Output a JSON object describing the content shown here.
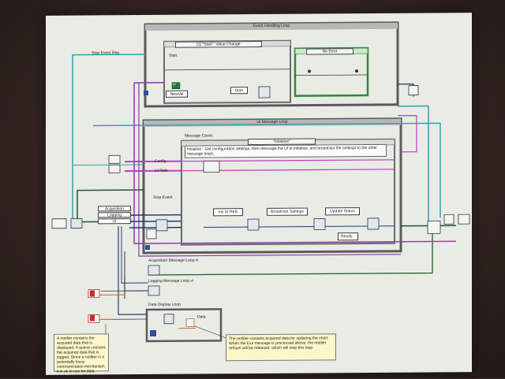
{
  "event_loop": {
    "title": "Event Handling Loop",
    "case_selector": "[1] \"Start\": Value Change",
    "start_label": "Start",
    "start_terminal": "TF",
    "newval_label": "NewVal",
    "start_node": "Start",
    "error_case": "No Error"
  },
  "ui_loop": {
    "title": "UI Message Loop",
    "message_cases_label": "Message Cases",
    "case_selector": "\"Initialize\"",
    "initialize_text": "Initialize - Get configuration settings, then message the UI to initialize, and broadcast the settings to the other message loops.",
    "init_ui_refs": "Init UI Refs",
    "broadcast_settings": "Broadcast Settings",
    "update_status": "Update Status",
    "ready": "Ready..."
  },
  "labels": {
    "stop_event_reg": "Stop Event Reg",
    "config": "Config",
    "ui_refs": "UI Refs",
    "stop_event": "Stop Event",
    "acquisition": "Acquisition",
    "logging": "Logging",
    "ui": "UI",
    "acq_vi": "Acquisition Message Loop.vi",
    "log_vi": "Logging Message Loop.vi",
    "data_display_loop": "Data Display Loop",
    "data": "Data"
  },
  "notes": {
    "left": "A notifier contains the acquired data that is displayed. A queue contains the acquired data that is logged. Since a notifier is a potentially lossy communication mechanism, it is ok to use for data display, but not for logging.",
    "right": "The notifier contains acquired data for updating the chart. When the Exit message is processed above, the notifier refnum will be released, which will stop this loop."
  }
}
